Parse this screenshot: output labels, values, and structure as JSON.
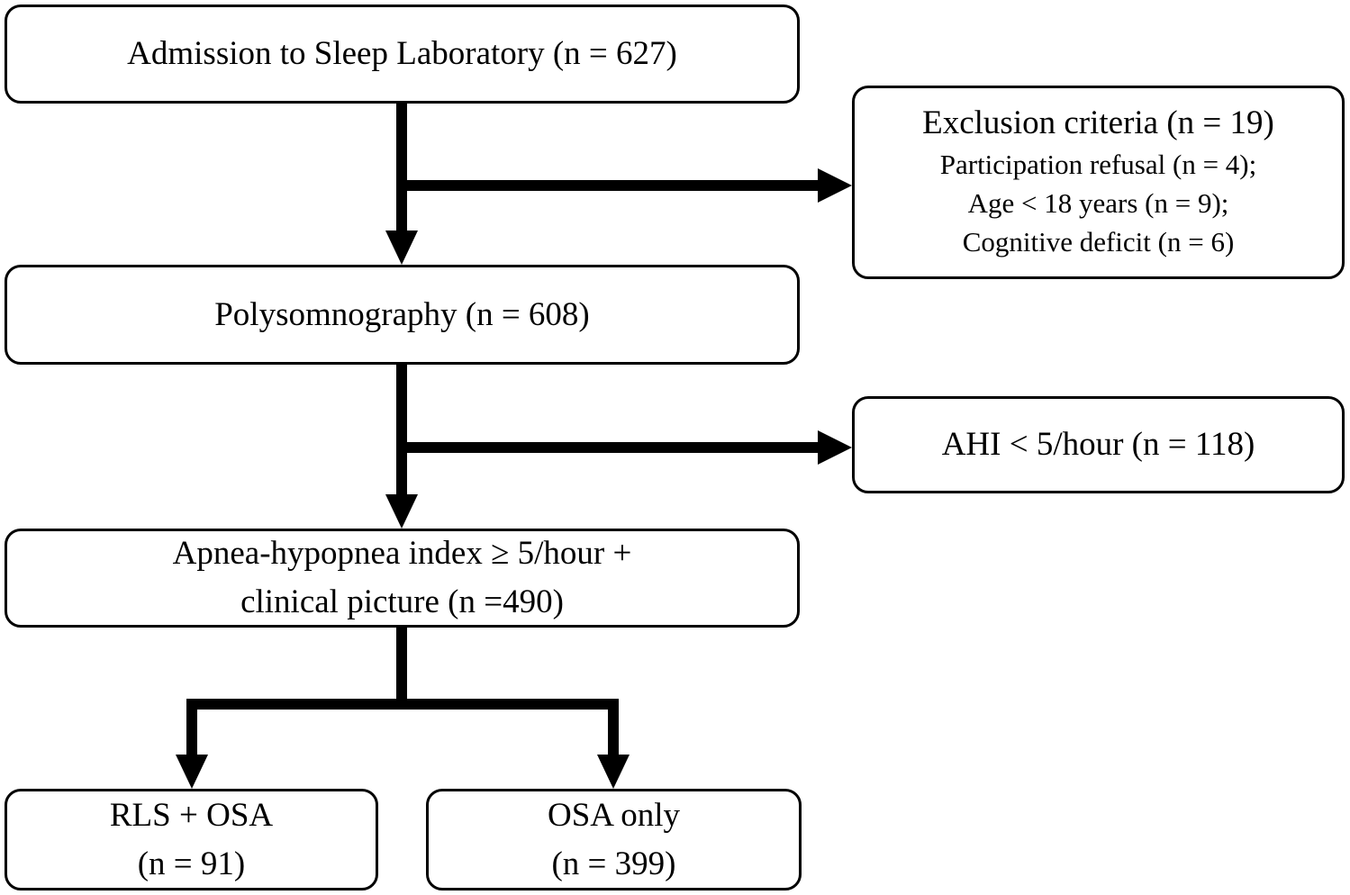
{
  "diagram": {
    "title_hint": "Patient flow diagram of sleep laboratory study",
    "colors": {
      "background": "#ffffff",
      "box_border": "#000000",
      "text": "#000000",
      "connector": "#000000"
    },
    "boxes": {
      "admission": {
        "label": "Admission to Sleep Laboratory (n = 627)"
      },
      "exclusion": {
        "title": "Exclusion criteria (n = 19)",
        "items": [
          "Participation refusal (n = 4);",
          "Age < 18 years (n = 9);",
          "Cognitive deficit (n = 6)"
        ]
      },
      "polysomnography": {
        "label": "Polysomnography (n = 608)"
      },
      "ahi_excluded": {
        "label": "AHI < 5/hour (n = 118)"
      },
      "ahi_included": {
        "line1": "Apnea-hypopnea index ≥ 5/hour +",
        "line2": "clinical picture (n =490)"
      },
      "rls_osa": {
        "line1": "RLS + OSA",
        "line2": "(n = 91)"
      },
      "osa_only": {
        "line1": "OSA only",
        "line2": "(n = 399)"
      }
    }
  }
}
